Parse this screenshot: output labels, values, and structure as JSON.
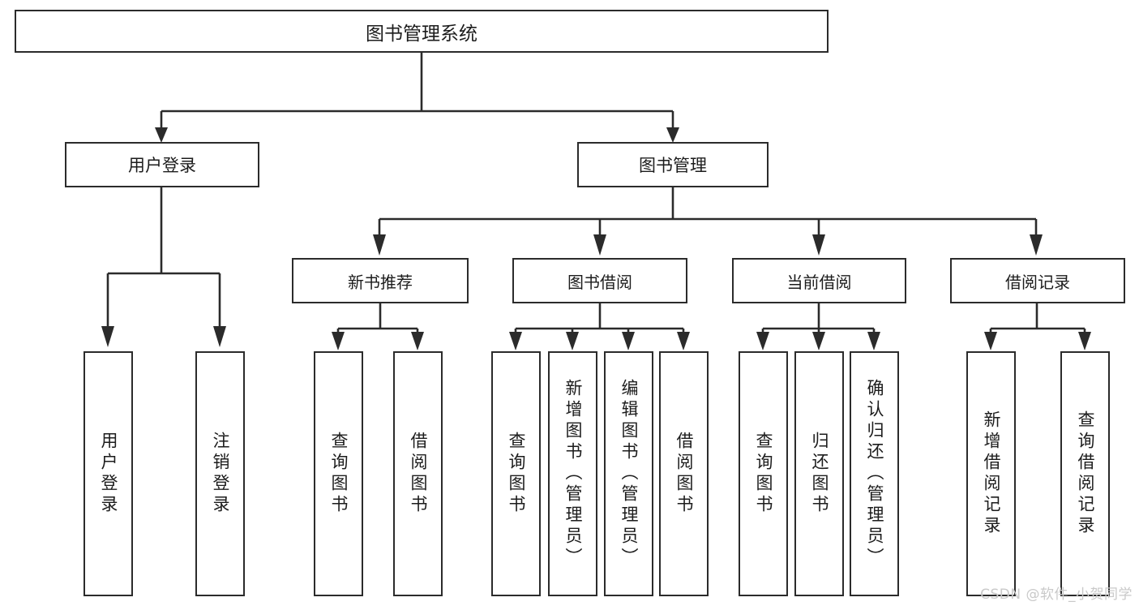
{
  "diagram": {
    "title": "图书管理系统",
    "type": "hierarchy-tree",
    "root": {
      "label": "图书管理系统"
    },
    "tier2": [
      {
        "label": "用户登录"
      },
      {
        "label": "图书管理"
      }
    ],
    "tier3": [
      {
        "label": "新书推荐"
      },
      {
        "label": "图书借阅"
      },
      {
        "label": "当前借阅"
      },
      {
        "label": "借阅记录"
      }
    ],
    "leaves": [
      {
        "label": "用户登录"
      },
      {
        "label": "注销登录"
      },
      {
        "label": "查询图书"
      },
      {
        "label": "借阅图书"
      },
      {
        "label": "查询图书"
      },
      {
        "label": "新增图书（管理员）"
      },
      {
        "label": "编辑图书（管理员）"
      },
      {
        "label": "借阅图书"
      },
      {
        "label": "查询图书"
      },
      {
        "label": "归还图书"
      },
      {
        "label": "确认归还（管理员）"
      },
      {
        "label": "新增借阅记录"
      },
      {
        "label": "查询借阅记录"
      }
    ],
    "watermark": "CSDN @软件_小贺同学",
    "colors": {
      "stroke": "#2b2b2b",
      "fill": "#ffffff",
      "text": "#1c1c1c",
      "watermark": "#c9c9c9"
    }
  }
}
